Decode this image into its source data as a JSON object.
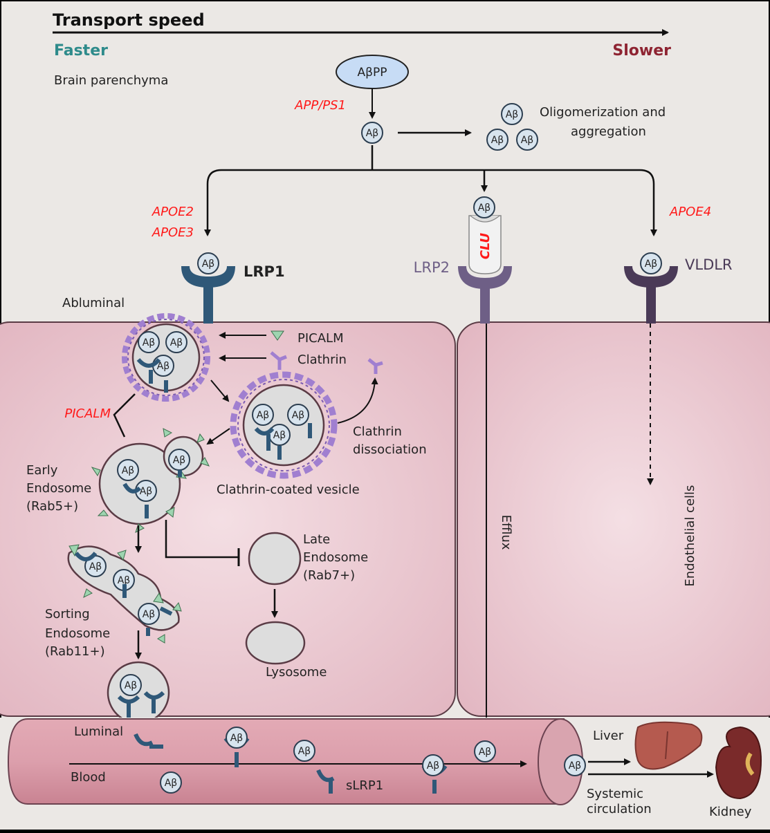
{
  "header": {
    "title": "Transport speed",
    "faster": "Faster",
    "slower": "Slower",
    "region": "Brain parenchyma"
  },
  "top": {
    "precursor": "AβPP",
    "gene_app": "APP/PS1",
    "oligomer_line1": "Oligomerization and",
    "oligomer_line2": "aggregation"
  },
  "receptors": {
    "apoe2": "APOE2",
    "apoe3": "APOE3",
    "apoe4": "APOE4",
    "clu": "CLU",
    "lrp1": "LRP1",
    "lrp2": "LRP2",
    "vldlr": "VLDLR"
  },
  "ab_label": "Aβ",
  "cell": {
    "abluminal": "Abluminal",
    "picalm_protein": "PICALM",
    "clathrin": "Clathrin",
    "picalm_gene": "PICALM",
    "clathrin_dissociation_1": "Clathrin",
    "clathrin_dissociation_2": "dissociation",
    "coated_vesicle": "Clathrin-coated vesicle",
    "early_1": "Early",
    "early_2": "Endosome",
    "early_3": "(Rab5+)",
    "late_1": "Late",
    "late_2": "Endosome",
    "late_3": "(Rab7+)",
    "lysosome": "Lysosome",
    "sorting_1": "Sorting",
    "sorting_2": "Endosome",
    "sorting_3": "(Rab11+)",
    "efflux": "Efflux",
    "endothelial": "Endothelial cells"
  },
  "blood": {
    "luminal": "Luminal",
    "blood": "Blood",
    "slrp1": "sLRP1",
    "liver": "Liver",
    "systemic_1": "Systemic",
    "systemic_2": "circulation",
    "kidney": "Kidney"
  },
  "colors": {
    "background": "#ebe8e5",
    "cell_fill": "#e9c8d0",
    "receptor_lrp1": "#2f5878",
    "receptor_lrp2": "#6e5f86",
    "receptor_vldlr": "#4a3a57",
    "clathrin": "#a07fd0",
    "picalm": "#9ed4b0",
    "vessel": "#d89aa6",
    "highlight_red": "#ff1a1a",
    "faster": "#2e8b8b",
    "slower": "#8e2432"
  }
}
